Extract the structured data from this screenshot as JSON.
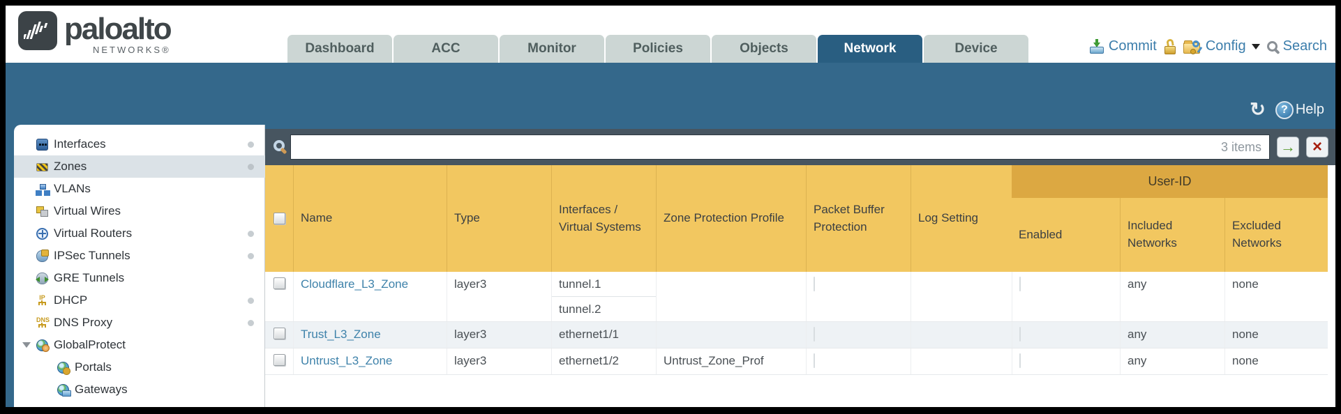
{
  "brand": {
    "name": "paloalto",
    "sub": "NETWORKS®"
  },
  "tabs": [
    {
      "label": "Dashboard"
    },
    {
      "label": "ACC"
    },
    {
      "label": "Monitor"
    },
    {
      "label": "Policies"
    },
    {
      "label": "Objects"
    },
    {
      "label": "Network"
    },
    {
      "label": "Device"
    }
  ],
  "utilities": {
    "commit": "Commit",
    "config": "Config",
    "search": "Search"
  },
  "band": {
    "help": "Help"
  },
  "icons": {
    "refresh": "↻",
    "help_glyph": "?",
    "submit_arrow": "→",
    "clear": "×"
  },
  "search": {
    "count": "3 items"
  },
  "sidebar": {
    "items": [
      {
        "label": "Interfaces"
      },
      {
        "label": "Zones"
      },
      {
        "label": "VLANs"
      },
      {
        "label": "Virtual Wires"
      },
      {
        "label": "Virtual Routers"
      },
      {
        "label": "IPSec Tunnels"
      },
      {
        "label": "GRE Tunnels"
      },
      {
        "label": "DHCP",
        "badge": "IP"
      },
      {
        "label": "DNS Proxy",
        "badge": "DNS"
      },
      {
        "label": "GlobalProtect"
      },
      {
        "label": "Portals"
      },
      {
        "label": "Gateways"
      }
    ]
  },
  "table": {
    "group_header": "User-ID",
    "headers": {
      "name": "Name",
      "type": "Type",
      "interfaces": "Interfaces / Virtual Systems",
      "zone_protection": "Zone Protection Profile",
      "packet_buffer": "Packet Buffer Protection",
      "log_setting": "Log Setting",
      "enabled": "Enabled",
      "included": "Included Networks",
      "excluded": "Excluded Networks"
    },
    "rows": [
      {
        "name": "Cloudflare_L3_Zone",
        "type": "layer3",
        "interfaces": [
          "tunnel.1",
          "tunnel.2"
        ],
        "zone_protection_profile": "",
        "log_setting": "",
        "included_networks": "any",
        "excluded_networks": "none"
      },
      {
        "name": "Trust_L3_Zone",
        "type": "layer3",
        "interfaces": [
          "ethernet1/1"
        ],
        "zone_protection_profile": "",
        "log_setting": "",
        "included_networks": "any",
        "excluded_networks": "none"
      },
      {
        "name": "Untrust_L3_Zone",
        "type": "layer3",
        "interfaces": [
          "ethernet1/2"
        ],
        "zone_protection_profile": "Untrust_Zone_Prof",
        "log_setting": "",
        "included_networks": "any",
        "excluded_networks": "none"
      }
    ]
  },
  "colors": {
    "teal_band": "#34688b",
    "active_tab": "#295e81",
    "header_gold": "#f2c760",
    "userid_band": "#dca842",
    "link": "#3e82aa",
    "dark_bar": "#475560"
  }
}
